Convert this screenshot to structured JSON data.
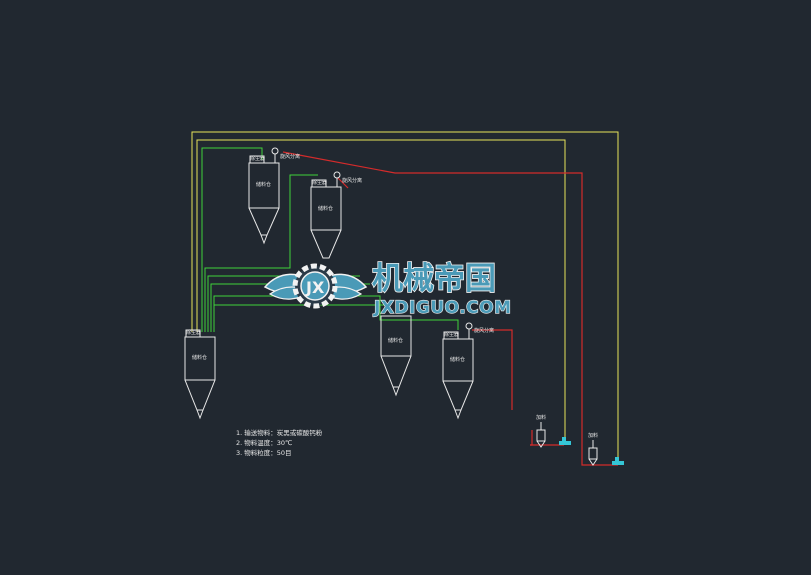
{
  "colors": {
    "background": "#212830",
    "line_yellow": "#e6e35a",
    "line_green": "#3fd23a",
    "line_red": "#d42b2b",
    "equipment": "#e8e8e8",
    "valve": "#35c6d6",
    "logo_blue": "#4a9ab7",
    "logo_white": "#f2f2f2"
  },
  "silos": {
    "top_left": {
      "label": "储料仓",
      "filter_label": "除尘器",
      "separator_label": "旋风分离"
    },
    "top_mid": {
      "label": "储料仓",
      "filter_label": "除尘器",
      "separator_label": "旋风分离"
    },
    "left_large": {
      "label": "储料仓",
      "filter_label": "除尘器"
    },
    "bottom_mid": {
      "label": "储料仓"
    },
    "bottom_right": {
      "label": "储料仓",
      "filter_label": "除尘器",
      "separator_label": "旋风分离"
    }
  },
  "feeders": {
    "feeder_1": {
      "label": "加料"
    },
    "feeder_2": {
      "label": "加料"
    }
  },
  "notes": [
    "1. 输送物料：炭黑或碳酸钙粉",
    "2. 物料温度：30℃",
    "3. 物料粒度：50目"
  ],
  "watermark": {
    "title": "机械帝国",
    "subtitle": "JXDIGUO.COM",
    "icon": "gear-wings-icon"
  }
}
